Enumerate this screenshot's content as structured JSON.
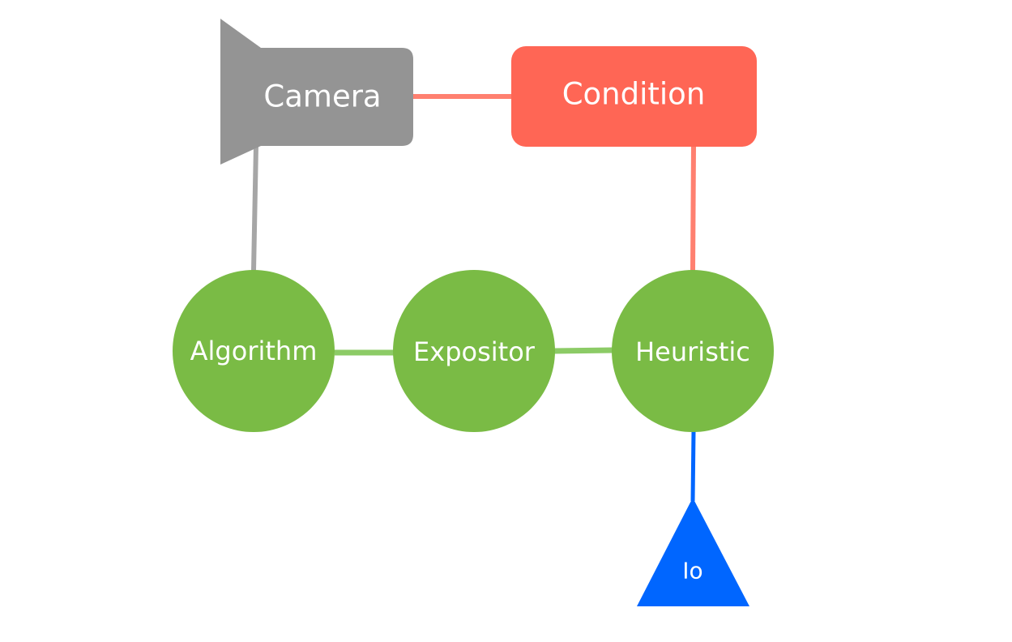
{
  "diagram": {
    "nodes": {
      "camera": {
        "label": "Camera",
        "shape": "camera-icon",
        "color": "#949494"
      },
      "condition": {
        "label": "Condition",
        "shape": "rounded-rectangle",
        "color": "#FF6655"
      },
      "algorithm": {
        "label": "Algorithm",
        "shape": "circle",
        "color": "#7ABB45"
      },
      "expositor": {
        "label": "Expositor",
        "shape": "circle",
        "color": "#7ABB45"
      },
      "heuristic": {
        "label": "Heuristic",
        "shape": "circle",
        "color": "#7ABB45"
      },
      "io": {
        "label": "Io",
        "shape": "triangle",
        "color": "#0066FF"
      }
    },
    "edges": [
      {
        "from": "Camera",
        "to": "Condition",
        "color": "#FF8070"
      },
      {
        "from": "Camera",
        "to": "Algorithm",
        "color": "#A6A6A6"
      },
      {
        "from": "Condition",
        "to": "Heuristic",
        "color": "#FF8070"
      },
      {
        "from": "Algorithm",
        "to": "Expositor",
        "color": "#8CCB66"
      },
      {
        "from": "Expositor",
        "to": "Heuristic",
        "color": "#8CCB66"
      },
      {
        "from": "Heuristic",
        "to": "Io",
        "color": "#0066FF"
      }
    ]
  }
}
